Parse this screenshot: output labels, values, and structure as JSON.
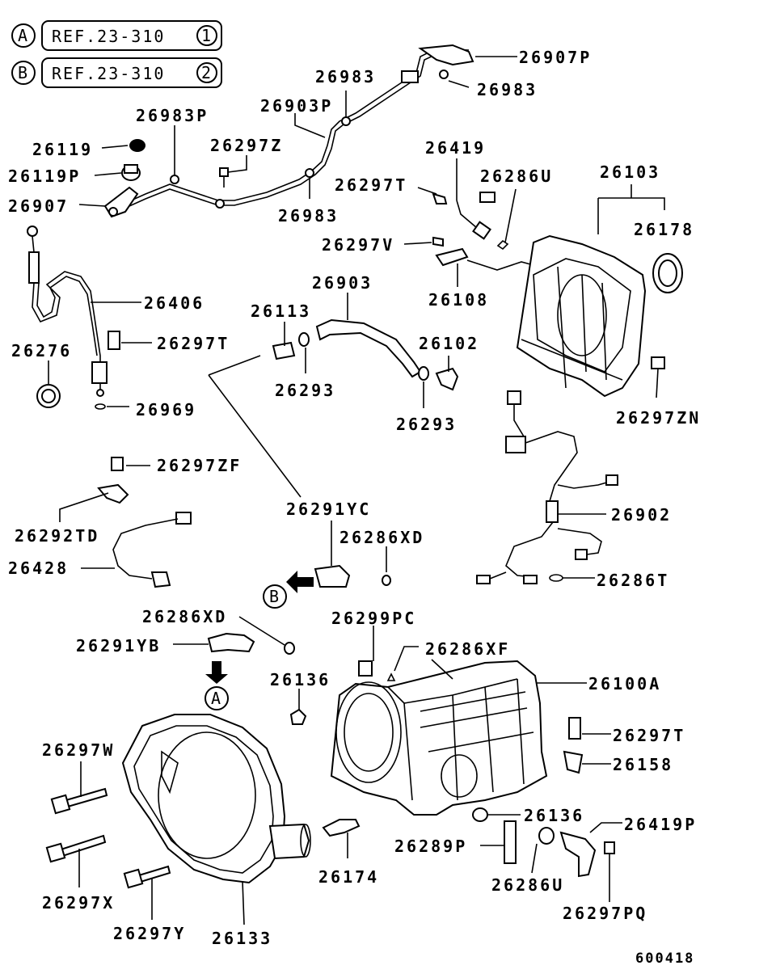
{
  "references": [
    {
      "circle": "A",
      "text": "REF.23-310",
      "num": "1"
    },
    {
      "circle": "B",
      "text": "REF.23-310",
      "num": "2"
    }
  ],
  "labels": {
    "p26907P": "26907P",
    "p26983_a": "26983",
    "p26983_b": "26983",
    "p26903P": "26903P",
    "p26983P": "26983P",
    "p26119": "26119",
    "p26297Z": "26297Z",
    "p26119P": "26119P",
    "p26907": "26907",
    "p26983_c": "26983",
    "p26419": "26419",
    "p26297T_a": "26297T",
    "p26286U_a": "26286U",
    "p26103": "26103",
    "p26178": "26178",
    "p26297V": "26297V",
    "p26108": "26108",
    "p26903": "26903",
    "p26406": "26406",
    "p26113": "26113",
    "p26297T_b": "26297T",
    "p26276": "26276",
    "p26102": "26102",
    "p26293_a": "26293",
    "p26293_b": "26293",
    "p26297ZN": "26297ZN",
    "p26969": "26969",
    "p26297ZF": "26297ZF",
    "p26902": "26902",
    "p26291YC": "26291YC",
    "p26292TD": "26292TD",
    "p26286XD_a": "26286XD",
    "p26428": "26428",
    "p26286T": "26286T",
    "p26286XD_b": "26286XD",
    "p26299PC": "26299PC",
    "p26291YB": "26291YB",
    "p26286XF": "26286XF",
    "p26136_a": "26136",
    "p26100A": "26100A",
    "p26297T_c": "26297T",
    "p26297W": "26297W",
    "p26158": "26158",
    "p26136_b": "26136",
    "p26419P": "26419P",
    "p26289P": "26289P",
    "p26174": "26174",
    "p26286U_b": "26286U",
    "p26297X": "26297X",
    "p26297PQ": "26297PQ",
    "p26297Y": "26297Y",
    "p26133": "26133"
  },
  "markers": {
    "a": "A",
    "b": "B"
  },
  "footer_code": "600418"
}
